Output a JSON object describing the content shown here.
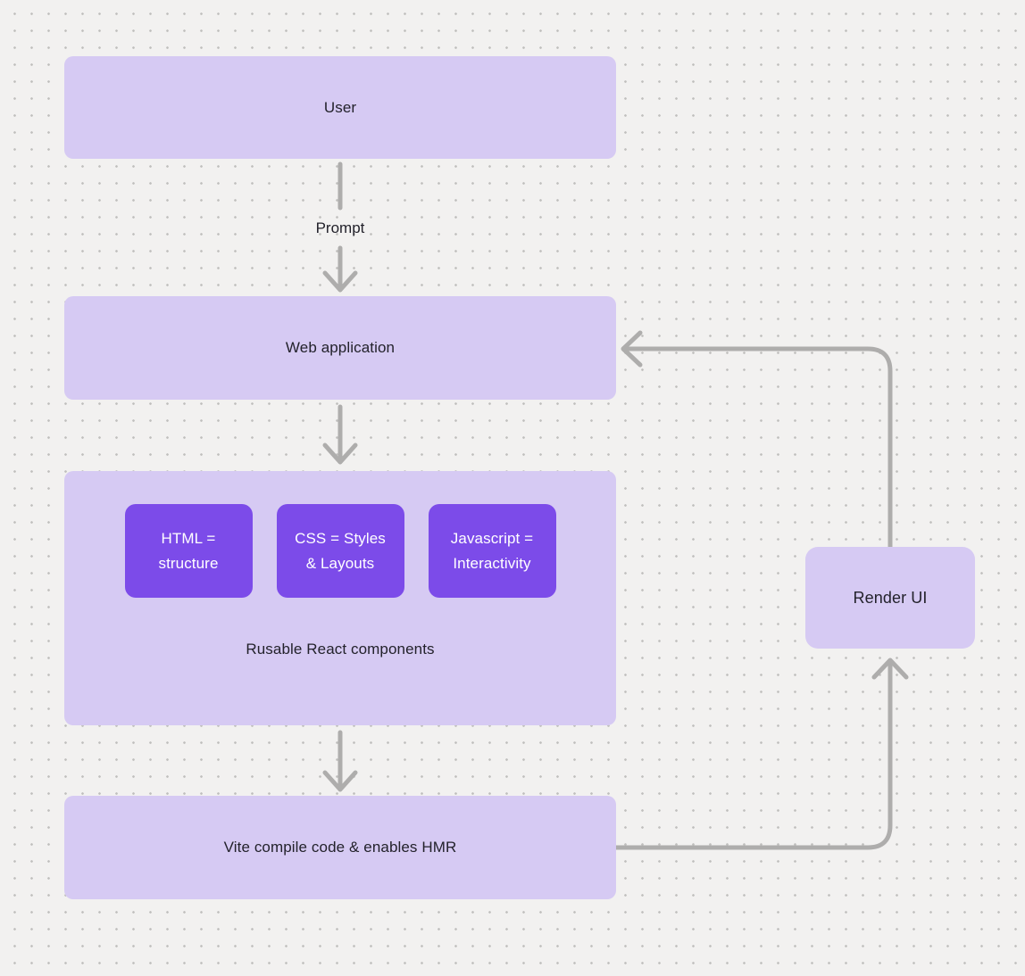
{
  "canvas": {
    "background_color": "#f2f1f0",
    "dot_grid_color": "#b2b0ae",
    "node_fill_color": "#d6caf3",
    "chip_fill_color": "#7c4be9",
    "edge_color": "#aeadac",
    "text_color": "#23222b",
    "chip_text_color": "#ffffff"
  },
  "nodes": {
    "user": {
      "label": "User"
    },
    "web_application": {
      "label": "Web application"
    },
    "components": {
      "chips": [
        {
          "text": "HTML =\nstructure"
        },
        {
          "text": "CSS = Styles\n& Layouts"
        },
        {
          "text": "Javascript =\nInteractivity"
        }
      ],
      "caption": "Rusable React components"
    },
    "vite": {
      "label": "Vite compile code & enables HMR"
    },
    "render_ui": {
      "label": "Render UI"
    }
  },
  "edges": {
    "prompt_label": "Prompt",
    "connections": [
      {
        "from": "User",
        "to": "Web application",
        "label": "Prompt"
      },
      {
        "from": "Web application",
        "to": "Reusable React components",
        "label": ""
      },
      {
        "from": "Reusable React components",
        "to": "Vite compile code & enables HMR",
        "label": ""
      },
      {
        "from": "Vite compile code & enables HMR",
        "to": "Render UI",
        "label": ""
      },
      {
        "from": "Render UI",
        "to": "Web application",
        "label": ""
      }
    ]
  }
}
